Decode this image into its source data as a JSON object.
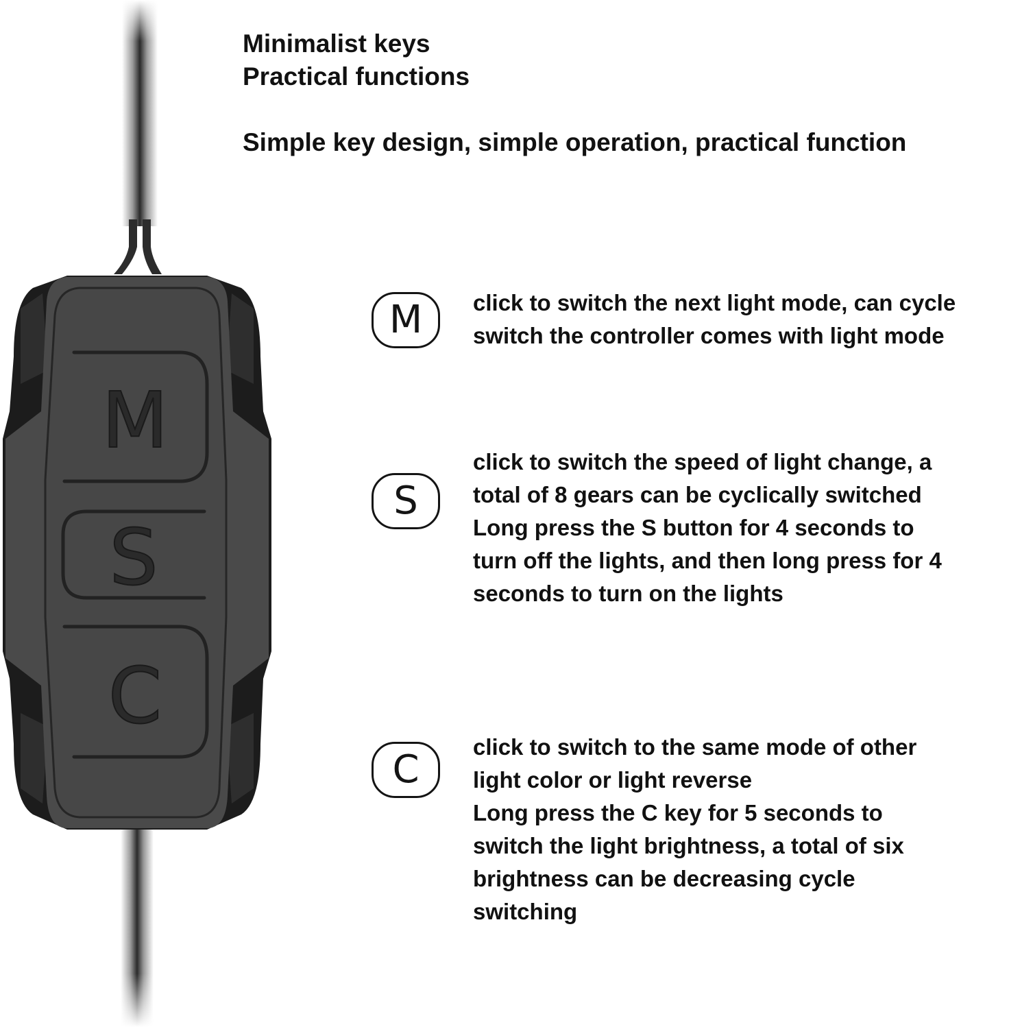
{
  "header": {
    "line1": "Minimalist keys",
    "line2": "Practical functions",
    "tagline": "Simple key design, simple operation, practical function"
  },
  "device": {
    "keys": [
      "M",
      "S",
      "C"
    ],
    "body_color": "#4a4a4a",
    "edge_color": "#1c1c1c"
  },
  "keys": [
    {
      "letter": "M",
      "lines": [
        "click to switch the next light mode, can cycle",
        "switch the controller comes with light mode"
      ]
    },
    {
      "letter": "S",
      "lines": [
        "click to switch the speed of light change, a",
        "total of 8 gears can be cyclically switched",
        "Long press the S button for 4 seconds to",
        "turn off the lights, and then long press for 4",
        "seconds to turn on the lights"
      ]
    },
    {
      "letter": "C",
      "lines": [
        "click to switch to the same mode of other",
        "light color or light reverse",
        "Long press the C key for 5 seconds to",
        "switch the light brightness, a total of six",
        "brightness can be decreasing cycle",
        "switching"
      ]
    }
  ]
}
